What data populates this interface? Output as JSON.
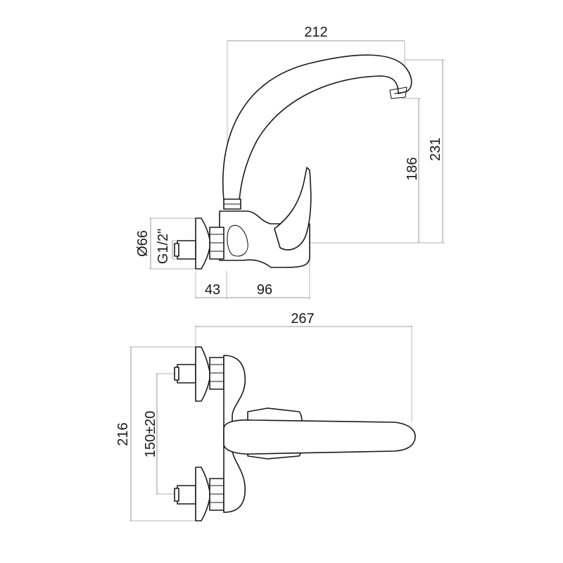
{
  "side_view": {
    "dim_spout_reach": "212",
    "dim_total_height": "231",
    "dim_outlet_height": "186",
    "dim_flange_diameter": "Ø66",
    "dim_thread": "G1/2\"",
    "dim_connector_depth": "43",
    "dim_body_depth": "96"
  },
  "top_view": {
    "dim_overall_length": "267",
    "dim_overall_width": "216",
    "dim_center_distance": "150±20"
  }
}
